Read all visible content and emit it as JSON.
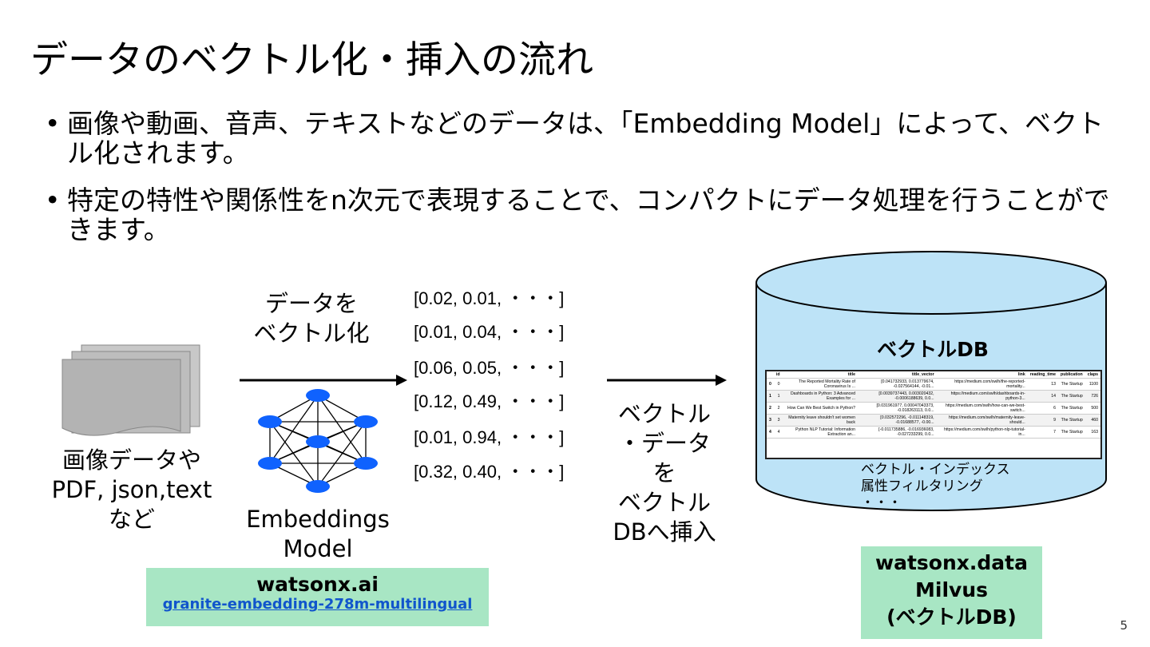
{
  "title": "データのベクトル化・挿入の流れ",
  "bullets": [
    {
      "marker": "•",
      "text": "画像や動画、音声、テキストなどのデータは、「Embedding Model」によって、ベクトル化されます。"
    },
    {
      "marker": "•",
      "text": "特定の特性や関係性をn次元で表現することで、コンパクトにデータ処理を行うことができます。"
    }
  ],
  "diagram": {
    "source": {
      "line1": "画像データや",
      "line2": "PDF, json,text",
      "line3": "など"
    },
    "vectorize_label": {
      "line1": "データを",
      "line2": "ベクトル化"
    },
    "model_label": {
      "line1": "Embeddings",
      "line2": "Model"
    },
    "vectors": [
      "[0.02, 0.01, ・・・]",
      "[0.01, 0.04, ・・・]",
      "[0.06, 0.05, ・・・]",
      "[0.12, 0.49, ・・・]",
      "[0.01, 0.94, ・・・]",
      "[0.32, 0.40, ・・・]"
    ],
    "insert_label": {
      "line1": "ベクトル",
      "line2": "・データ",
      "line3": "を",
      "line4": "ベクトル",
      "line5": "DBへ挿入"
    },
    "db": {
      "title": "ベクトルDB",
      "features": [
        "ベクトル・インデックス",
        "属性フィルタリング",
        "・・・"
      ],
      "table": {
        "headers": [
          "",
          "id",
          "title",
          "title_vector",
          "link",
          "reading_time",
          "publication",
          "claps"
        ],
        "rows": [
          [
            "0",
            "0",
            "The Reported Mortality Rate of Coronavirus Is ...",
            "[0.041732933, 0.013779674, -0.027564144, -0.01...",
            "https://medium.com/swlh/the-reported-mortality...",
            "13",
            "The Startup",
            "1100"
          ],
          [
            "1",
            "1",
            "Dashboards in Python: 3 Advanced Examples for ...",
            "[0.0039737443, 0.003020432, -0.0006188639, 0.0...",
            "https://medium.com/swlh/dashboards-in-python-3...",
            "14",
            "The Startup",
            "726"
          ],
          [
            "2",
            "2",
            "How Can We Best Switch in Python?",
            "[0.031961977, 0.00047043373, -0.018263113, 0.0...",
            "https://medium.com/swlh/how-can-we-best-switch...",
            "6",
            "The Startup",
            "500"
          ],
          [
            "3",
            "3",
            "Maternity leave shouldn't set women back",
            "[0.032572296, -0.011148319, -0.01688577, -0.00...",
            "https://medium.com/swlh/maternity-leave-should...",
            "9",
            "The Startup",
            "460"
          ],
          [
            "4",
            "4",
            "Python NLP Tutorial: Information Extraction an...",
            "[-0.011735886, -0.016936083, -0.027233299, 0.0...",
            "https://medium.com/swlh/python-nlp-tutorial-in...",
            "7",
            "The Startup",
            "163"
          ]
        ]
      }
    },
    "watsonx_ai": {
      "title": "watsonx.ai",
      "link": "granite-embedding-278m-multilingual"
    },
    "watsonx_data": {
      "line1": "watsonx.data",
      "line2": "Milvus",
      "line3": "(ベクトルDB)"
    }
  },
  "page_number": "5",
  "colors": {
    "node_blue": "#0f62fe",
    "db_fill": "#bde3f7",
    "badge_green": "#a8e6c4",
    "doc_gray": "#b3b3b3"
  },
  "icons": {
    "documents": "stacked-documents-icon",
    "network": "neural-network-icon",
    "database": "cylinder-database-icon"
  }
}
